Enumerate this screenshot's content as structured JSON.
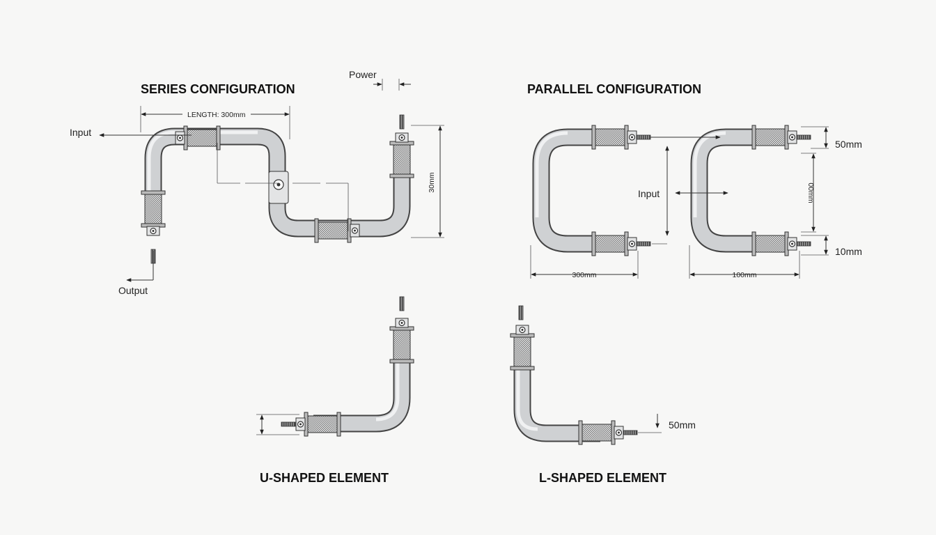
{
  "titles": {
    "series": "SERIES CONFIGURATION",
    "parallel": "PARALLEL CONFIGURATION",
    "u_shaped": "U-SHAPED ELEMENT",
    "l_shaped": "L-SHAPED ELEMENT"
  },
  "series": {
    "power": "Power",
    "input": "Input",
    "output": "Output",
    "length": "LENGTH: 300mm",
    "height": "30mm"
  },
  "parallel": {
    "input": "Input",
    "top_dim": "50mm",
    "gap_dim": "00mm",
    "bottom_dim": "10mm",
    "width_left": "300mm",
    "width_right": "100mm"
  },
  "l_shaped": {
    "dim": "50mm"
  },
  "colors": {
    "background": "#f7f7f6",
    "pipe_fill": "#cfd1d3",
    "pipe_outline": "#444444",
    "ink": "#111111"
  }
}
